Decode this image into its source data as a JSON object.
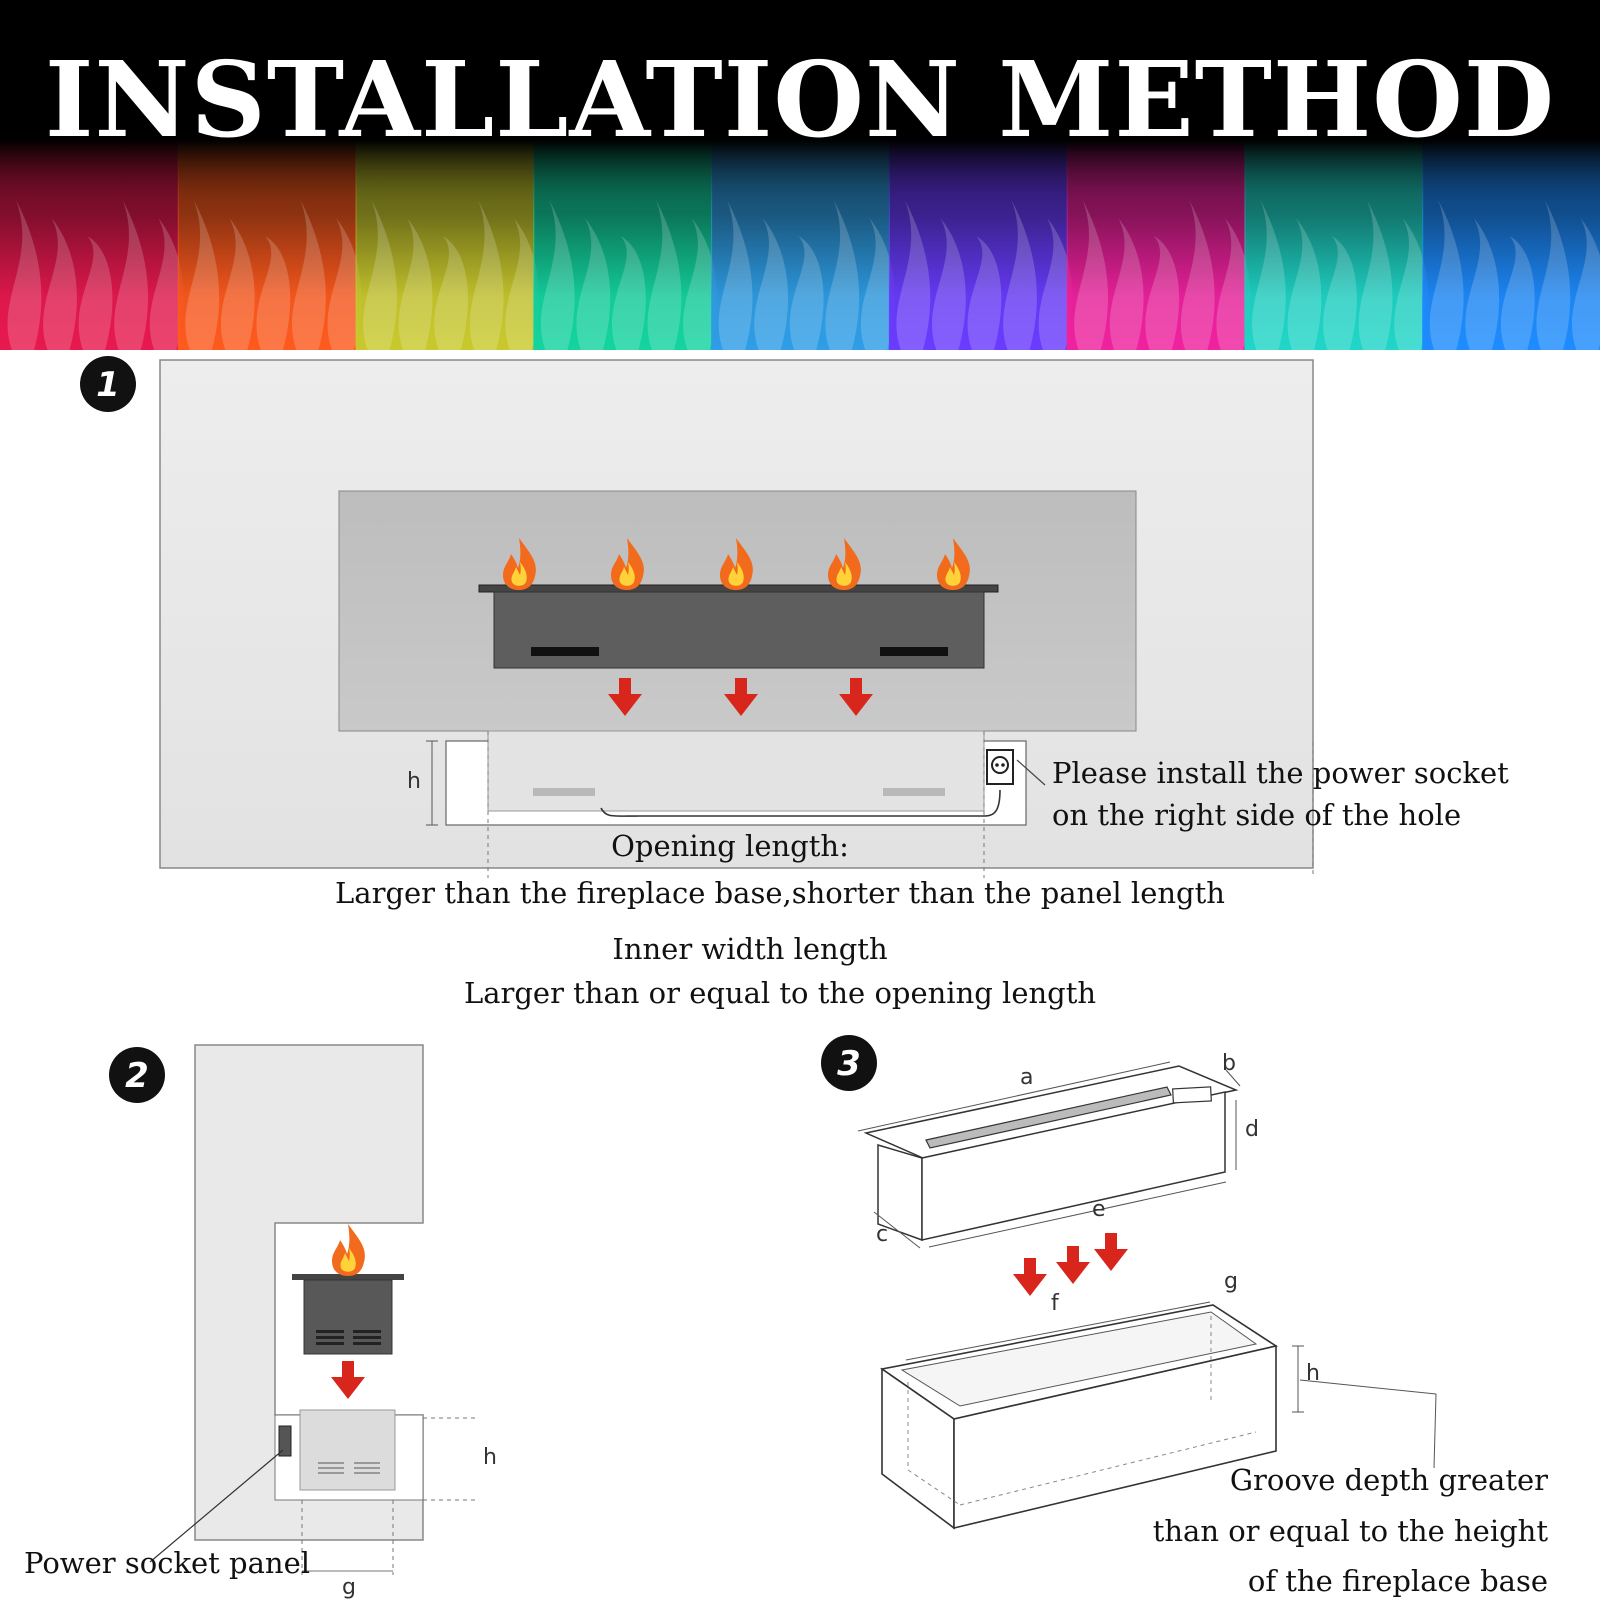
{
  "banner": {
    "title": "INSTALLATION METHOD",
    "flame_colors": [
      "#e8194f",
      "#ff5a1e",
      "#c9c92e",
      "#14d4a0",
      "#2f9ee6",
      "#6a3cff",
      "#f0229f",
      "#20d6c8",
      "#1e8cff"
    ]
  },
  "colors": {
    "accent_arrow": "#d9261c",
    "flame_outer": "#f26b1d",
    "flame_inner": "#ffd23a"
  },
  "step1": {
    "number": "1",
    "label_h": "h",
    "socket_note": [
      "Please install the power socket",
      "on the right side of the hole"
    ],
    "opening_title": "Opening length:",
    "opening_desc": "Larger than the fireplace base,shorter than the panel length",
    "inner_title": "Inner width length",
    "inner_desc": "Larger than or equal to the opening length"
  },
  "step2": {
    "number": "2",
    "label_h": "h",
    "label_g": "g",
    "socket_label": "Power socket panel"
  },
  "step3": {
    "number": "3",
    "labels": {
      "a": "a",
      "b": "b",
      "c": "c",
      "d": "d",
      "e": "e",
      "f": "f",
      "g": "g",
      "h": "h"
    },
    "groove_note": [
      "Groove depth greater",
      "than or equal to the height",
      "of the fireplace base"
    ]
  }
}
